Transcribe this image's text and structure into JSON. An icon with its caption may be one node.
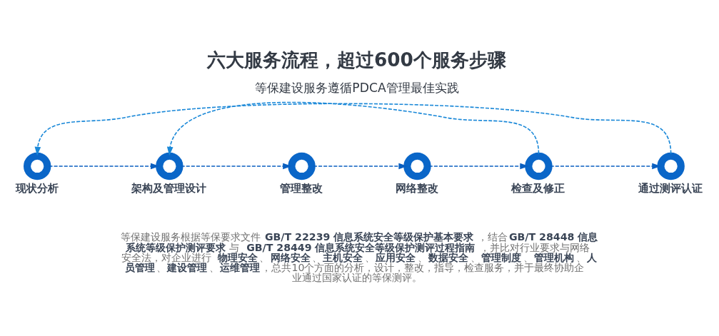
{
  "diagram": {
    "title": "六大服务流程，超过600个服务步骤",
    "caption": "等保建设服务根据等保要求文件**GB/T 22239 信息系统安全等级保护基本要求**，结合**GB/T 28448 信息系统等级保护测评要求** 与 **GB/T 28449 信息系统安全等级保护测评过程指南**，并比对行业要求与网络安全法，对企业进行 **物理安全**、**网络安全**、**主机安全**、**应用安全**、**数据安全**、**管理制度**、**管理机构**、**人员管理**、**建设管理**、**运维管理**，总共10个方面的分析，设计，整改，指导，检查服务，并于最终协助企业通过国家认证的等保测评。",
    "nodes": [
      {
        "text": [
          "现状分析"
        ]
      },
      {
        "text": [
          "架构及管理设计"
        ]
      },
      {
        "text": [
          "管理整改"
        ]
      },
      {
        "text": [
          "网络整改"
        ]
      },
      {
        "text": [
          "检查及修正"
        ]
      },
      {
        "text": [
          "通过测评认证"
        ]
      }
    ],
    "edges": [
      {
        "from": 0,
        "to": 1,
        "arrow": "to",
        "style": "dashed"
      },
      {
        "from": 1,
        "to": 2,
        "arrow": "to",
        "style": "dashed"
      },
      {
        "from": 2,
        "to": 3,
        "arrow": "to",
        "style": "dashed"
      },
      {
        "from": 3,
        "to": 4,
        "arrow": "to",
        "style": "dashed"
      },
      {
        "from": 4,
        "to": 5,
        "arrow": "to",
        "style": "dashed"
      },
      {
        "from": 5,
        "to": 0,
        "arrow": "to",
        "style": "dashed",
        "color": "#1a88d8"
      },
      {
        "from": 4,
        "to": 1,
        "arrow": "to",
        "style": "dashed",
        "color": "#1a88d8"
      }
    ],
    "labels": [
      "等保建设服务遵循PDCA管理最佳实践"
    ]
  }
}
